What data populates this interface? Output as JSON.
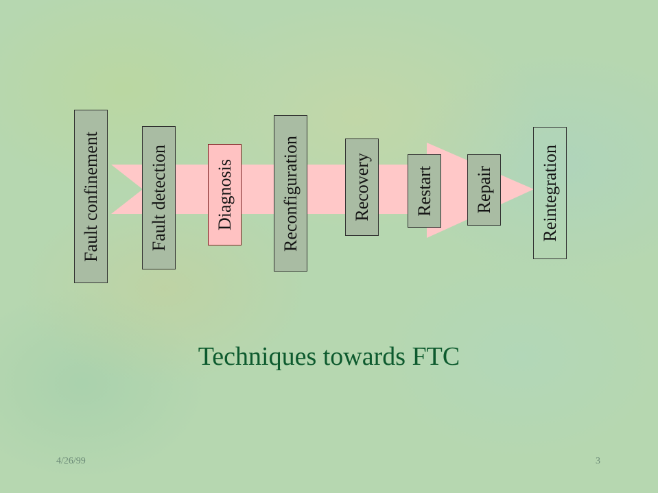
{
  "diagram": {
    "steps": [
      {
        "label": "Fault confinement",
        "style": "grey"
      },
      {
        "label": "Fault detection",
        "style": "grey"
      },
      {
        "label": "Diagnosis",
        "style": "pink"
      },
      {
        "label": "Reconfiguration",
        "style": "grey"
      },
      {
        "label": "Recovery",
        "style": "grey"
      },
      {
        "label": "Restart",
        "style": "grey"
      },
      {
        "label": "Repair",
        "style": "grey"
      },
      {
        "label": "Reintegration",
        "style": "clear"
      }
    ],
    "arrow_color": "#ffc8c8"
  },
  "slide": {
    "title": "Techniques towards FTC",
    "date": "4/26/99",
    "page_number": "3"
  }
}
